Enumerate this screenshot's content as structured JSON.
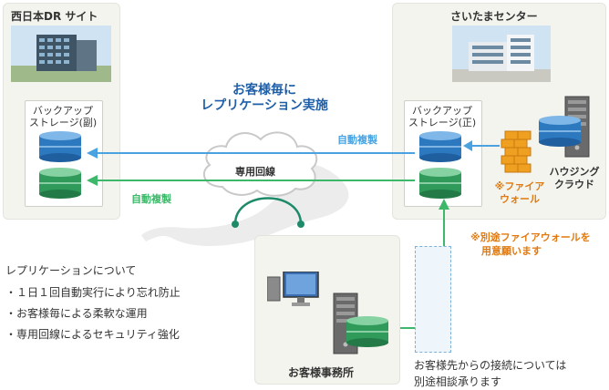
{
  "west_site": {
    "title": "西日本DR サイト",
    "storage_label_1": "バックアップ",
    "storage_label_2": "ストレージ(副)"
  },
  "east_site": {
    "title": "さいたまセンター",
    "storage_label_1": "バックアップ",
    "storage_label_2": "ストレージ(正)"
  },
  "headline": {
    "line1": "お客様毎に",
    "line2": "レプリケーション実施"
  },
  "auto_copy_top": "自動複製",
  "auto_copy_bottom": "自動複製",
  "dedicated_line": "専用回線",
  "firewall": {
    "line1": "※ファイア",
    "line2": "ウォール"
  },
  "housing": {
    "line1": "ハウジング",
    "line2": "クラウド"
  },
  "separate_firewall": {
    "line1": "※別途ファイアウォールを",
    "line2": "用意願います"
  },
  "replication_notes": {
    "title": "レプリケーションについて",
    "items": [
      "・１日１回自動実行により忘れ防止",
      "・お客様毎による柔軟な運用",
      "・専用回線によるセキュリティ強化"
    ]
  },
  "office": {
    "title": "お客様事務所"
  },
  "connection_note": {
    "line1": "お客様先からの接続については",
    "line2": "別途相談承ります"
  },
  "colors": {
    "blue": "#1f5fa8",
    "green": "#3a9a3a",
    "orange": "#e07a10",
    "arrow_blue": "#4aa3e0",
    "arrow_green": "#3db86a"
  }
}
